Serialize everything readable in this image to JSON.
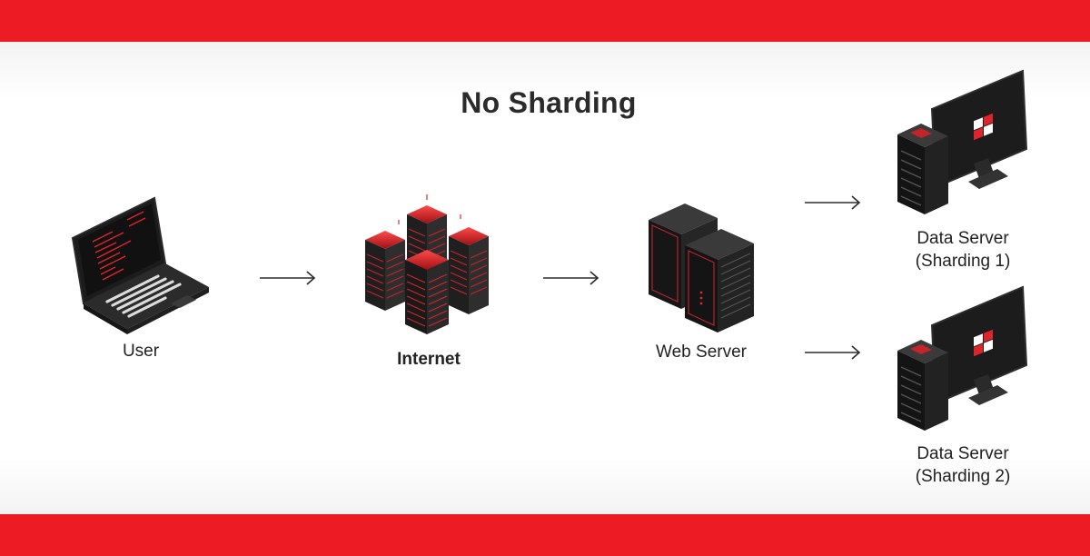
{
  "title": "No Sharding",
  "colors": {
    "accent": "#ed1c24",
    "dark": "#1e1e1e",
    "text": "#222222"
  },
  "nodes": {
    "user": {
      "label": "User",
      "icon": "laptop-icon"
    },
    "internet": {
      "label": "Internet",
      "icon": "cloud-servers-icon"
    },
    "web_server": {
      "label": "Web Server",
      "icon": "server-rack-icon"
    },
    "data_server_1": {
      "label_line1": "Data Server",
      "label_line2": "(Sharding 1)",
      "icon": "database-server-icon"
    },
    "data_server_2": {
      "label_line1": "Data Server",
      "label_line2": "(Sharding 2)",
      "icon": "database-server-icon"
    }
  }
}
